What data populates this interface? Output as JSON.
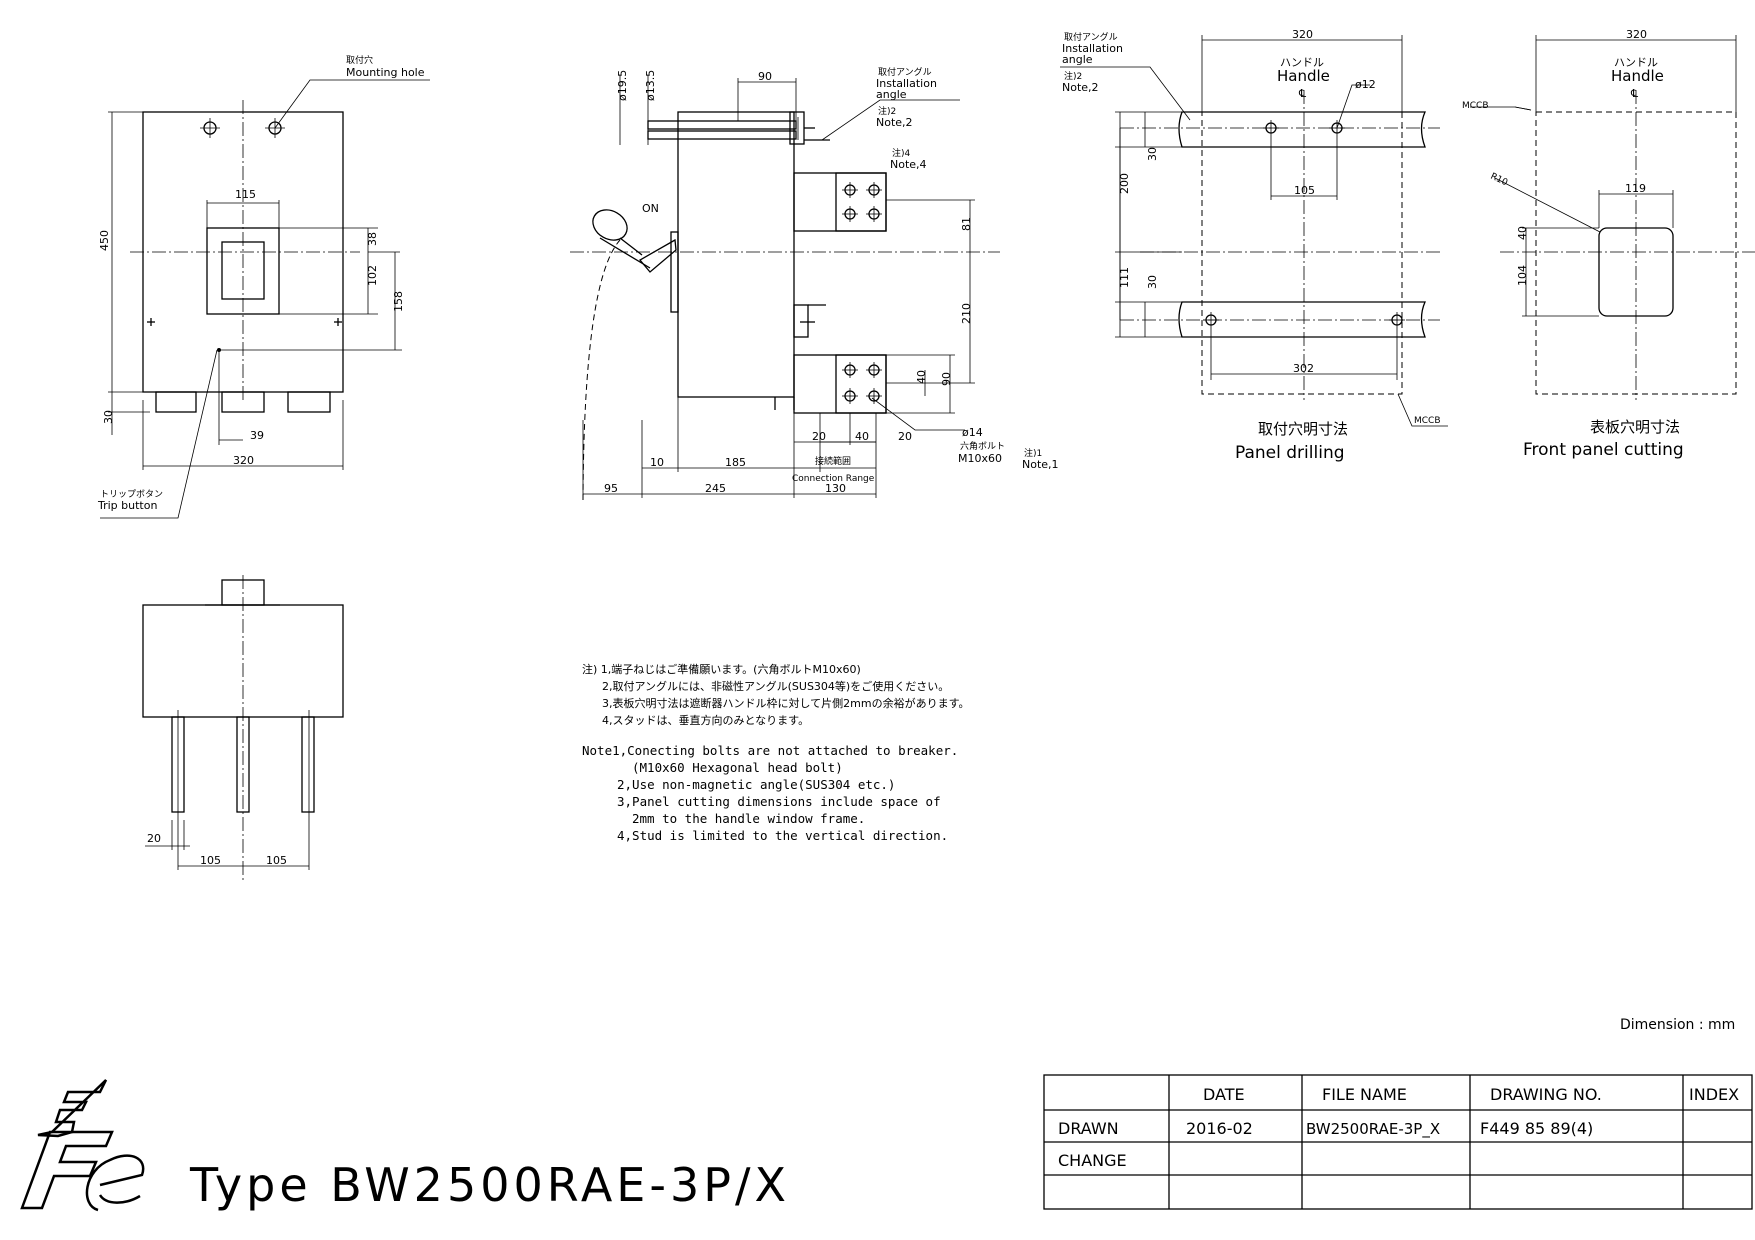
{
  "drawing": {
    "front_view": {
      "mounting_hole_jp": "取付穴",
      "mounting_hole_en": "Mounting hole",
      "trip_button_jp": "トリップボタン",
      "trip_button_en": "Trip button",
      "dims": {
        "height": "450",
        "window_width": "115",
        "d38": "38",
        "d102": "102",
        "d158": "158",
        "d30": "30",
        "d39": "39",
        "width": "320"
      }
    },
    "side_view": {
      "on_label": "ON",
      "dia_19_5": "ø19.5",
      "dia_13_5": "ø13.5",
      "d90_top": "90",
      "inst_angle_jp": "取付アングル",
      "inst_angle_en1": "Installation",
      "inst_angle_en2": "angle",
      "note2_jp": "注)2",
      "note2_en": "Note,2",
      "note4_jp": "注)4",
      "note4_en": "Note,4",
      "d81": "81",
      "d210": "210",
      "d40": "40",
      "d90": "90",
      "d20a": "20",
      "d40b": "40",
      "d20b": "20",
      "dia14": "ø14",
      "hex_bolt_jp": "六角ボルト",
      "hex_bolt_en": "M10x60",
      "note1_jp": "注)1",
      "note1_en": "Note,1",
      "d10": "10",
      "d185": "185",
      "conn_range_jp": "接続範囲",
      "conn_range_en": "Connection Range",
      "d95": "95",
      "d245": "245",
      "d130": "130"
    },
    "panel_drilling": {
      "d320": "320",
      "handle_jp": "ハンドル",
      "handle_en": "Handle",
      "cl": "℄",
      "dia12": "ø12",
      "inst_angle_jp": "取付アングル",
      "inst_angle_en1": "Installation",
      "inst_angle_en2": "angle",
      "note2_jp": "注)2",
      "note2_en": "Note,2",
      "d30a": "30",
      "d200": "200",
      "d105": "105",
      "d111": "111",
      "d30b": "30",
      "d302": "302",
      "mccb": "MCCB",
      "caption_jp": "取付穴明寸法",
      "caption_en": "Panel drilling"
    },
    "front_panel": {
      "d320": "320",
      "handle_jp": "ハンドル",
      "handle_en": "Handle",
      "cl": "℄",
      "mccb": "MCCB",
      "r10": "R10",
      "d119": "119",
      "d40": "40",
      "d104": "104",
      "caption_jp": "表板穴明寸法",
      "caption_en": "Front panel cutting"
    },
    "bottom_view": {
      "d20": "20",
      "d105a": "105",
      "d105b": "105"
    }
  },
  "notes": {
    "jp": [
      "注) 1,端子ねじはご準備願います。(六角ボルトM10x60)",
      "2,取付アングルには、非磁性アングル(SUS304等)をご使用ください。",
      "3,表板穴明寸法は遮断器ハンドル枠に対して片側2mmの余裕があります。",
      "4,スタッドは、垂直方向のみとなります。"
    ],
    "en": [
      "Note1,Conecting bolts are not attached to breaker.",
      "(M10x60 Hexagonal head bolt)",
      "2,Use non-magnetic angle(SUS304 etc.)",
      "3,Panel cutting dimensions include space of",
      "2mm to the handle window frame.",
      "4,Stud is limited to the vertical direction."
    ]
  },
  "dimension_unit": "Dimension : mm",
  "logo_text": "Fe",
  "type_label": "Type BW2500RAE-3P/X",
  "title_block": {
    "headers": [
      "",
      "DATE",
      "FILE NAME",
      "DRAWING NO.",
      "INDEX"
    ],
    "rows": [
      [
        "DRAWN",
        "2016-02",
        "BW2500RAE-3P_X",
        "F449 85 89(4)",
        ""
      ],
      [
        "CHANGE",
        "",
        "",
        "",
        ""
      ],
      [
        "",
        "",
        "",
        "",
        ""
      ]
    ]
  }
}
